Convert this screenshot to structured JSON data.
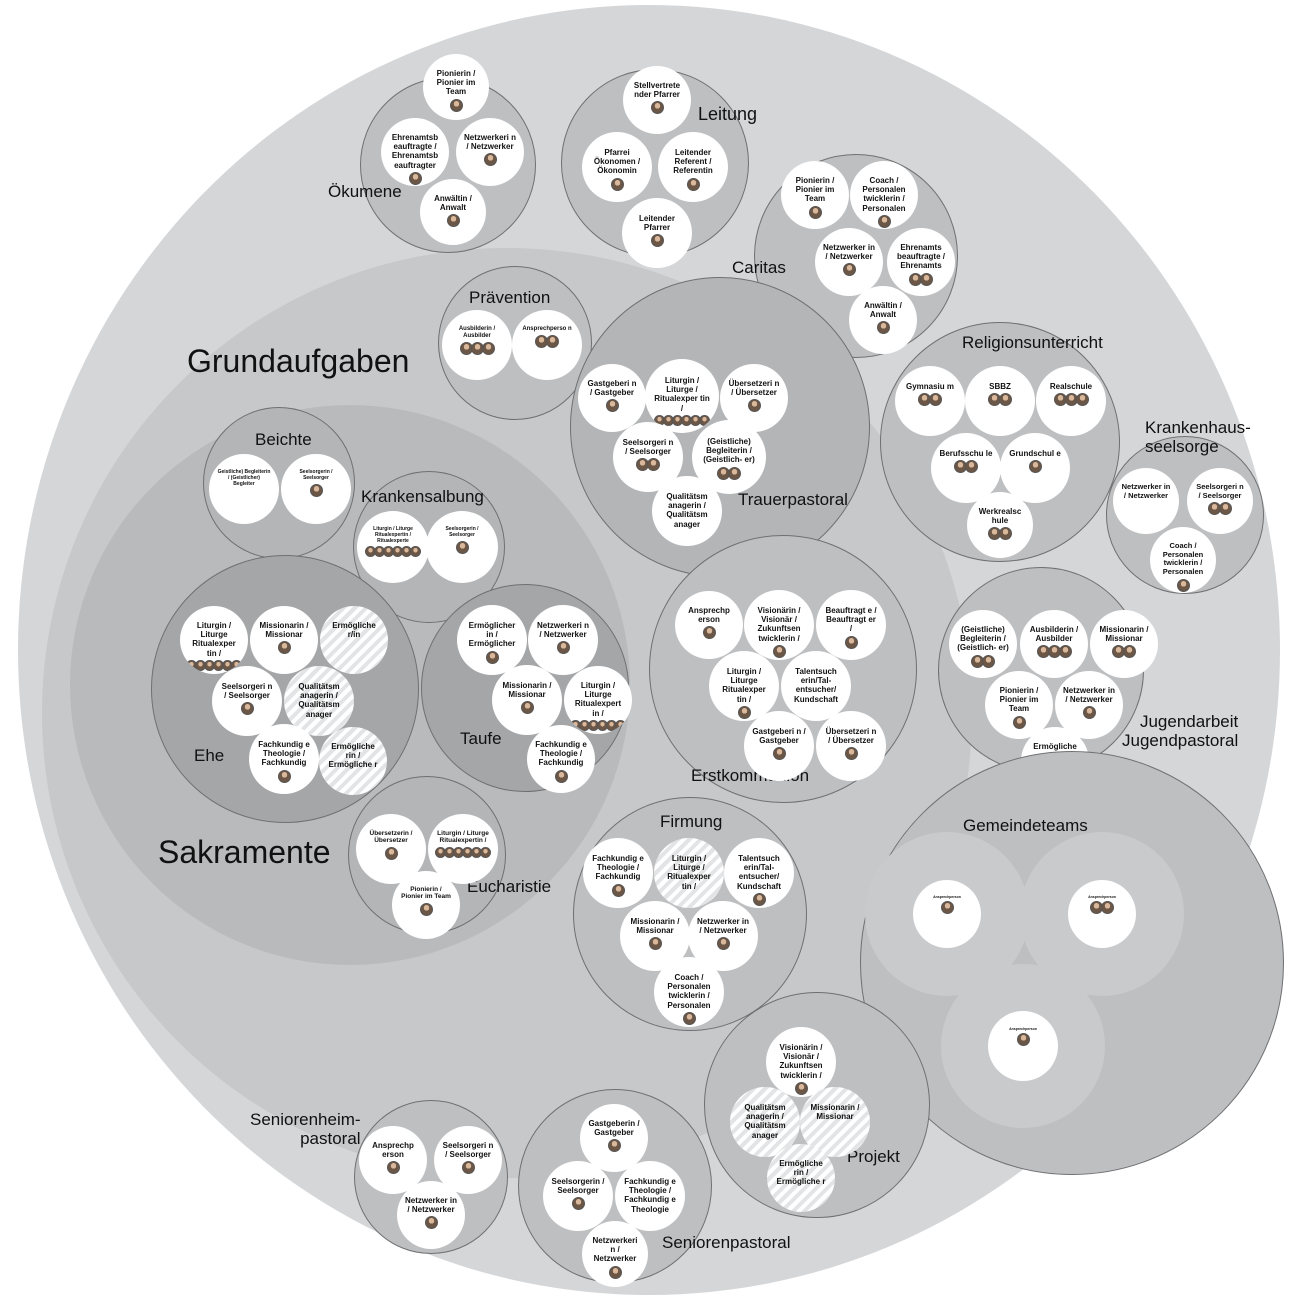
{
  "domains": {
    "grundaufgaben": "Grundaufgaben",
    "sakramente": "Sakramente"
  },
  "groups": [
    {
      "title": "Ökumene",
      "roles": [
        {
          "t": "Pionierin / Pionier im Team",
          "f": 1
        },
        {
          "t": "Ehrenamtsb eauftragte / Ehrenamtsb eauftragter",
          "f": 1
        },
        {
          "t": "Netzwerkeri n / Netzwerker",
          "f": 1
        },
        {
          "t": "Anwältin / Anwalt",
          "f": 1
        }
      ]
    },
    {
      "title": "Leitung",
      "roles": [
        {
          "t": "Stellvertrete nder Pfarrer",
          "f": 1
        },
        {
          "t": "Pfarrei Ökonomen / Ökonomin",
          "f": 1
        },
        {
          "t": "Leitender Referent / Referentin",
          "f": 1
        },
        {
          "t": "Leitender Pfarrer",
          "f": 1
        }
      ]
    },
    {
      "title": "Caritas & Soziales",
      "roles": [
        {
          "t": "Pionierin / Pionier im Team",
          "f": 1
        },
        {
          "t": "Coach / Personalen twicklerin / Personalen",
          "f": 1
        },
        {
          "t": "Netzwerker in / Netzwerker",
          "f": 1
        },
        {
          "t": "Ehrenamts beauftragte / Ehrenamts",
          "f": 2
        },
        {
          "t": "Anwältin / Anwalt",
          "f": 1
        }
      ]
    },
    {
      "title": "Prävention",
      "roles": [
        {
          "t": "Ausbilderin / Ausbilder",
          "f": 3
        },
        {
          "t": "Ansprechperso n",
          "f": 2
        }
      ]
    },
    {
      "title": "Religionsunterricht",
      "roles": [
        {
          "t": "Gymnasiu m",
          "f": 2
        },
        {
          "t": "SBBZ",
          "f": 2
        },
        {
          "t": "Realschule",
          "f": 3
        },
        {
          "t": "Berufsschu le",
          "f": 2
        },
        {
          "t": "Grundschul e",
          "f": 1
        },
        {
          "t": "Werkrealsc hule",
          "f": 2
        }
      ]
    },
    {
      "title": "Krankenhaus- seelsorge",
      "roles": [
        {
          "t": "Netzwerker in / Netzwerker",
          "f": 0
        },
        {
          "t": "Seelsorgeri n / Seelsorger",
          "f": 2
        },
        {
          "t": "Coach / Personalen twicklerin / Personalen",
          "f": 1
        }
      ]
    },
    {
      "title": "Trauerpastoral",
      "roles": [
        {
          "t": "Gastgeberi n / Gastgeber",
          "f": 1
        },
        {
          "t": "Liturgin / Liturge / Ritualexper tin /",
          "f": 6
        },
        {
          "t": "Übersetzeri n / Übersetzer",
          "f": 1
        },
        {
          "t": "Seelsorgeri n / Seelsorger",
          "f": 2
        },
        {
          "t": "(Geistliche) Begleiterin / (Geistlich- er)",
          "f": 2
        },
        {
          "t": "Qualitätsm anagerin / Qualitätsm anager",
          "f": 0
        }
      ]
    },
    {
      "title": "Beichte",
      "roles": [
        {
          "t": "Geistliche) Begleiterin / (Geistlicher) Begleiter",
          "f": 0
        },
        {
          "t": "Seelsorgerin / Seelsorger",
          "f": 1
        }
      ]
    },
    {
      "title": "Krankensalbung",
      "roles": [
        {
          "t": "Liturgin / Liturge Ritualexpertin / Ritualexperte",
          "f": 6
        },
        {
          "t": "Seelsorgerin / Seelsorger",
          "f": 1
        }
      ]
    },
    {
      "title": "Ehe",
      "roles": [
        {
          "t": "Liturgin / Liturge Ritualexper tin /",
          "f": 6
        },
        {
          "t": "Missionarin / Missionar",
          "f": 1
        },
        {
          "t": "Ermögliche r/in",
          "f": 0
        },
        {
          "t": "Seelsorgeri n / Seelsorger",
          "f": 1
        },
        {
          "t": "Qualitätsm anagerin / Qualitätsm anager",
          "f": 0
        },
        {
          "t": "Fachkundig e Theologie / Fachkundig",
          "f": 1
        },
        {
          "t": "Ermögliche rin / Ermögliche r",
          "f": 0
        }
      ]
    },
    {
      "title": "Taufe",
      "roles": [
        {
          "t": "Ermöglicher in / Ermöglicher",
          "f": 1
        },
        {
          "t": "Netzwerkeri n / Netzwerker",
          "f": 1
        },
        {
          "t": "Missionarin / Missionar",
          "f": 1
        },
        {
          "t": "Liturgin / Liturge Ritualexpert in /",
          "f": 6
        },
        {
          "t": "Fachkundig e Theologie / Fachkundig",
          "f": 1
        }
      ]
    },
    {
      "title": "Erstkommunion",
      "roles": [
        {
          "t": "Ansprechp erson",
          "f": 1
        },
        {
          "t": "Visionärin / Visionär / Zukunftsen twicklerin /",
          "f": 1
        },
        {
          "t": "Beauftragt e / Beauftragt er /",
          "f": 1
        },
        {
          "t": "Liturgin / Liturge Ritualexper tin /",
          "f": 1
        },
        {
          "t": "Talentsuch erin/Tal- entsucher/ Kundschaft",
          "f": 0
        },
        {
          "t": "Gastgeberi n / Gastgeber",
          "f": 1
        },
        {
          "t": "Übersetzeri n / Übersetzer",
          "f": 1
        }
      ]
    },
    {
      "title": "Jugendarbeit Jugendpastoral",
      "roles": [
        {
          "t": "(Geistliche) Begleiterin / (Geistlich- er)",
          "f": 2
        },
        {
          "t": "Ausbilderin / Ausbilder",
          "f": 3
        },
        {
          "t": "Missionarin / Missionar",
          "f": 2
        },
        {
          "t": "Pionierin / Pionier im Team",
          "f": 1
        },
        {
          "t": "Netzwerker in / Netzwerker",
          "f": 1
        },
        {
          "t": "Ermögliche rin / Ermögliche",
          "f": 1
        }
      ]
    },
    {
      "title": "Eucharistie",
      "roles": [
        {
          "t": "Übersetzerin / Übersetzer",
          "f": 1
        },
        {
          "t": "Liturgin / Liturge Ritualexpertin /",
          "f": 6
        },
        {
          "t": "Pionierin / Pionier im Team",
          "f": 1
        }
      ]
    },
    {
      "title": "Firmung",
      "roles": [
        {
          "t": "Fachkundig e Theologie / Fachkundig",
          "f": 1
        },
        {
          "t": "Liturgin / Liturge / Ritualexper tin /",
          "f": 0
        },
        {
          "t": "Talentsuch erin/Tal- entsucher/ Kundschaft",
          "f": 1
        },
        {
          "t": "Missionarin / Missionar",
          "f": 1
        },
        {
          "t": "Netzwerker in / Netzwerker",
          "f": 1
        },
        {
          "t": "Coach / Personalen twicklerin / Personalen",
          "f": 1
        }
      ]
    },
    {
      "title": "Gemeindeteams",
      "roles": [
        {
          "t": "Ansprechperson",
          "f": 1
        },
        {
          "t": "Ansprechperson",
          "f": 2
        },
        {
          "t": "Ansprechperson",
          "f": 1
        }
      ]
    },
    {
      "title": "Projekt",
      "roles": [
        {
          "t": "Visionärin / Visionär / Zukunftsen twicklerin /",
          "f": 1
        },
        {
          "t": "Qualitätsm anagerin / Qualitätsm anager",
          "f": 0
        },
        {
          "t": "Missionarin / Missionar",
          "f": 0
        },
        {
          "t": "Ermögliche rin / Ermögliche r",
          "f": 0
        }
      ]
    },
    {
      "title": "Seniorenheim- pastoral",
      "roles": [
        {
          "t": "Ansprechp erson",
          "f": 1
        },
        {
          "t": "Seelsorgeri n / Seelsorger",
          "f": 1
        },
        {
          "t": "Netzwerker in / Netzwerker",
          "f": 1
        }
      ]
    },
    {
      "title": "Seniorenpastoral",
      "roles": [
        {
          "t": "Gastgeberin / Gastgeber",
          "f": 1
        },
        {
          "t": "Seelsorgerin / Seelsorger",
          "f": 1
        },
        {
          "t": "Fachkundig e Theologie / Fachkundig e Theologie",
          "f": 0
        },
        {
          "t": "Netzwerkeri n / Netzwerker",
          "f": 1
        }
      ]
    }
  ]
}
